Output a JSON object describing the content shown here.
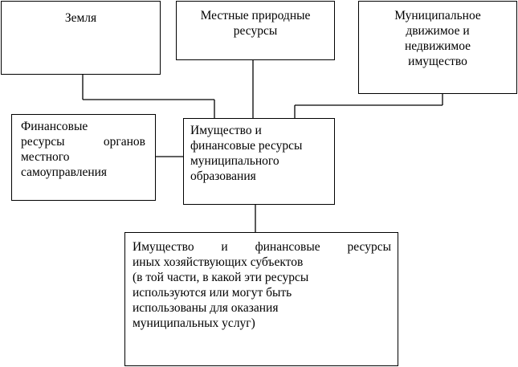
{
  "diagram": {
    "land": {
      "lines": [
        "Земля"
      ]
    },
    "local_natural_resources": {
      "lines": [
        "Местные природные",
        "ресурсы"
      ]
    },
    "municipal_property": {
      "lines": [
        "Муниципальное",
        "движимое и",
        "недвижимое",
        "имущество"
      ]
    },
    "financial_resources": {
      "lines": [
        "Финансовые",
        "ресурсы органов",
        "местного",
        "самоуправления"
      ]
    },
    "center": {
      "lines": [
        "Имущество и",
        "финансовые ресурсы",
        "муниципального",
        "образования"
      ]
    },
    "other_entities": {
      "lines": [
        "Имущество и финансовые ресурсы",
        "иных хозяйствующих субъектов",
        "(в той части, в какой эти ресурсы",
        "используются или могут быть",
        "использованы для оказания",
        "муниципальных услуг)"
      ]
    }
  }
}
